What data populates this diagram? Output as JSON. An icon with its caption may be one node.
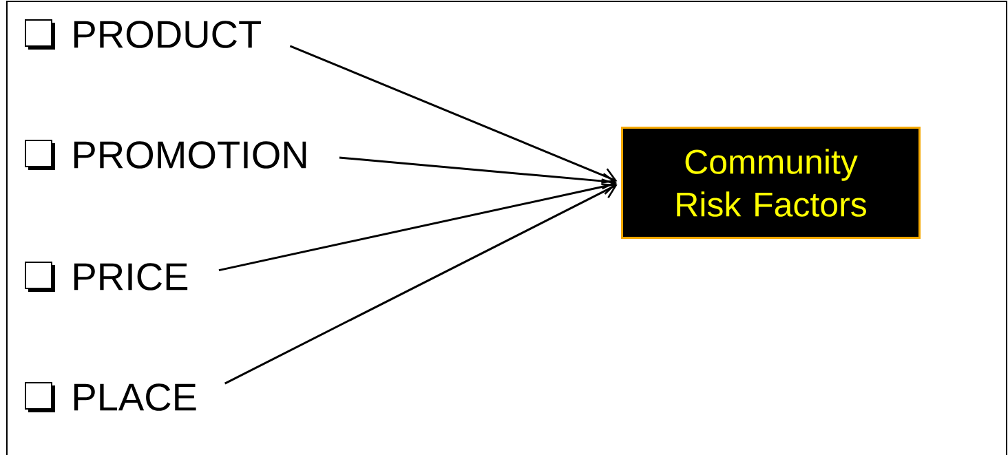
{
  "diagram": {
    "nodes": [
      {
        "text": [
          "PRODUCT"
        ]
      },
      {
        "text": [
          "PROMOTION"
        ]
      },
      {
        "text": [
          "PRICE"
        ]
      },
      {
        "text": [
          "PLACE"
        ]
      },
      {
        "text": [
          "Community Risk Factors"
        ]
      }
    ],
    "edges": [
      {
        "from": 0,
        "to": 4,
        "arrow": "to"
      },
      {
        "from": 1,
        "to": 4,
        "arrow": "to"
      },
      {
        "from": 2,
        "to": 4,
        "arrow": "to"
      },
      {
        "from": 3,
        "to": 4,
        "arrow": "to"
      }
    ]
  }
}
